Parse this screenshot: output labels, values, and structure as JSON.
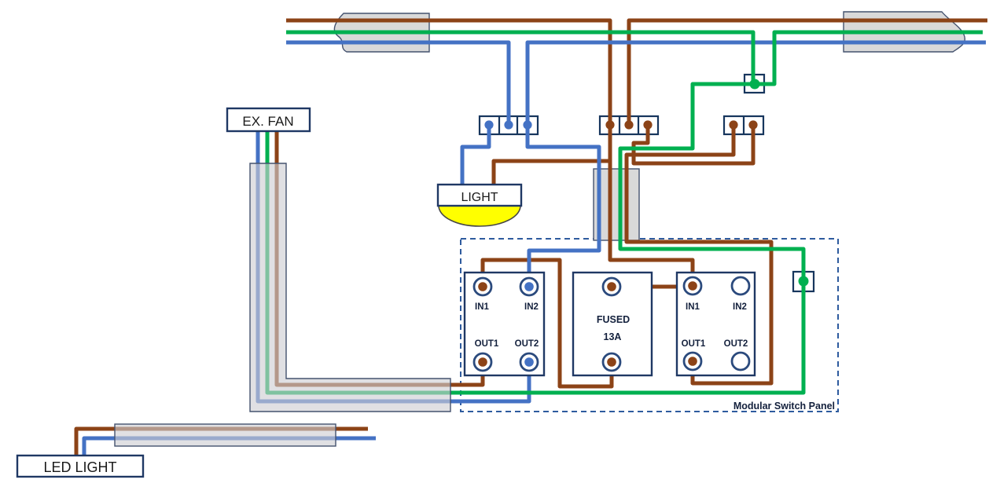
{
  "colors": {
    "brown": "#8c4317",
    "green": "#00b050",
    "blue": "#4472c4",
    "navy": "#1f3864",
    "dashed_border": "#2e5b9e",
    "conduit_gray": "#d9d9d9",
    "lamp_yellow": "#ffff00",
    "text": "#14213d"
  },
  "devices": {
    "ex_fan": {
      "label": "EX. FAN"
    },
    "light": {
      "label": "LIGHT"
    },
    "led_light": {
      "label": "LED LIGHT"
    },
    "switch1": {
      "terminals": [
        "IN1",
        "IN2",
        "OUT1",
        "OUT2"
      ]
    },
    "fuse": {
      "line1": "FUSED",
      "line2": "13A"
    },
    "switch2": {
      "terminals": [
        "IN1",
        "IN2",
        "OUT1",
        "OUT2"
      ]
    },
    "panel": {
      "label": "Modular Switch Panel"
    }
  },
  "wires": {
    "live": {
      "color_name": "brown",
      "hex": "#8c4317"
    },
    "neutral": {
      "color_name": "blue",
      "hex": "#4472c4"
    },
    "earth": {
      "color_name": "green",
      "hex": "#00b050"
    }
  }
}
